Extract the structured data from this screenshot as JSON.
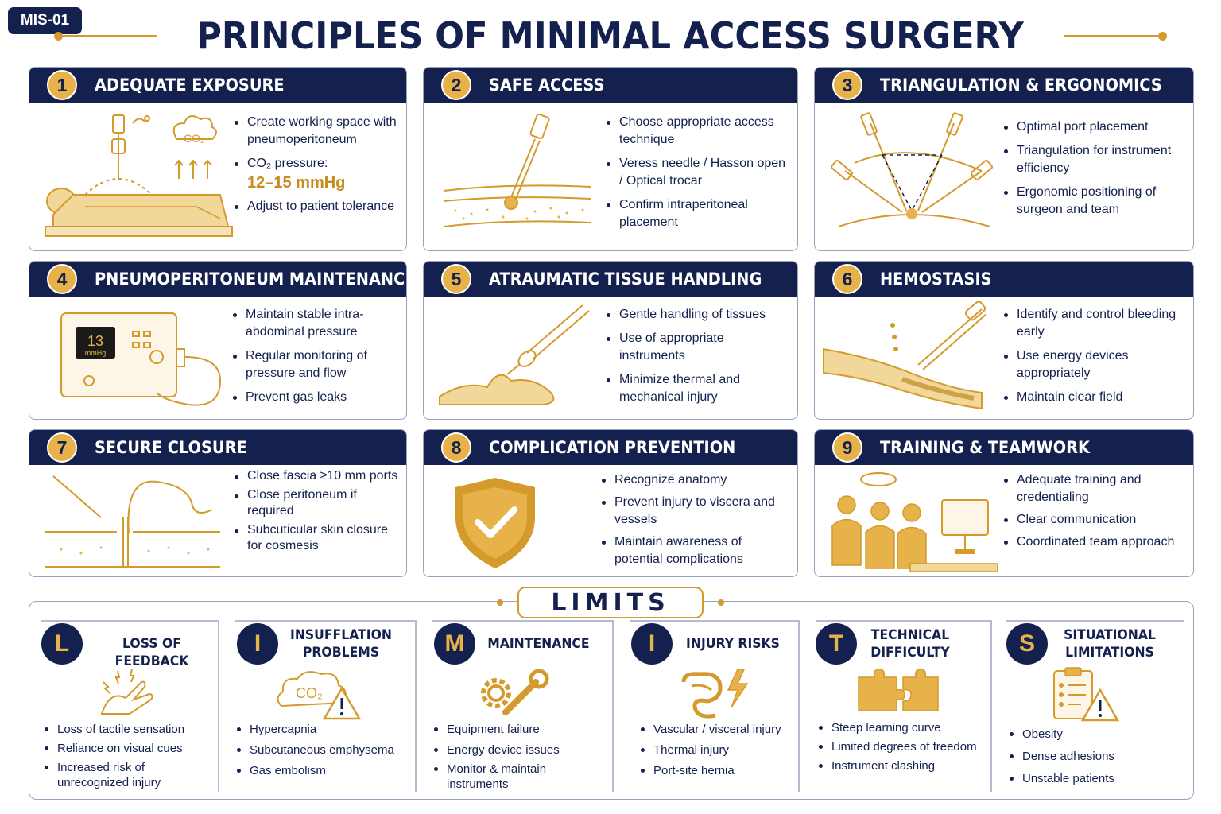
{
  "badge": "MIS-01",
  "title": "PRINCIPLES OF MINIMAL ACCESS SURGERY",
  "colors": {
    "navy": "#14214f",
    "gold": "#e7b24a",
    "accent": "#d49a2c",
    "highlight": "#c98a1e"
  },
  "cards": [
    {
      "num": "1",
      "title": "ADEQUATE EXPOSURE",
      "icon": "patient-insufflation-icon",
      "b1": "Create working space with pneumoperitoneum",
      "b2a": "CO₂ pressure:",
      "b2b": "12–15 mmHg",
      "b3": "Adjust to patient tolerance",
      "co2": "CO₂"
    },
    {
      "num": "2",
      "title": "SAFE ACCESS",
      "icon": "veress-needle-icon",
      "b1": "Choose appropriate access technique",
      "b2": "Veress needle / Hasson open / Optical trocar",
      "b3": "Confirm intraperitoneal placement"
    },
    {
      "num": "3",
      "title": "TRIANGULATION & ERGONOMICS",
      "icon": "trocar-triangulation-icon",
      "b1": "Optimal port placement",
      "b2": "Triangulation for instrument efficiency",
      "b3": "Ergonomic positioning of surgeon and team"
    },
    {
      "num": "4",
      "title": "PNEUMOPERITONEUM MAINTENANCE",
      "icon": "insufflator-icon",
      "b1": "Maintain stable intra-abdominal pressure",
      "b2": "Regular monitoring of pressure and flow",
      "b3": "Prevent gas leaks",
      "display_value": "13",
      "display_unit": "mmHg"
    },
    {
      "num": "5",
      "title": "ATRAUMATIC TISSUE HANDLING",
      "icon": "grasper-icon",
      "b1": "Gentle handling of tissues",
      "b2": "Use of appropriate instruments",
      "b3": "Minimize thermal and mechanical injury"
    },
    {
      "num": "6",
      "title": "HEMOSTASIS",
      "icon": "vessel-cautery-icon",
      "b1": "Identify and control bleeding early",
      "b2": "Use energy devices appropriately",
      "b3": "Maintain clear field"
    },
    {
      "num": "7",
      "title": "SECURE CLOSURE",
      "icon": "suture-needle-icon",
      "b1": "Close fascia ≥10 mm ports",
      "b2": "Close peritoneum if required",
      "b3": "Subcuticular skin closure for cosmesis"
    },
    {
      "num": "8",
      "title": "COMPLICATION PREVENTION",
      "icon": "shield-check-icon",
      "b1": "Recognize anatomy",
      "b2": "Prevent injury to viscera and vessels",
      "b3": "Maintain awareness of potential complications"
    },
    {
      "num": "9",
      "title": "TRAINING & TEAMWORK",
      "icon": "surgical-team-icon",
      "b1": "Adequate training and credentialing",
      "b2": "Clear communication",
      "b3": "Coordinated team approach"
    }
  ],
  "limits": {
    "title": "LIMITS",
    "cols": [
      {
        "letter": "L",
        "head": "LOSS OF FEEDBACK",
        "icon": "hand-sensation-icon",
        "items": [
          "Loss of tactile sensation",
          "Reliance on visual cues",
          "Increased risk of unrecognized injury"
        ]
      },
      {
        "letter": "I",
        "head": "INSUFFLATION PROBLEMS",
        "icon": "co2-warning-icon",
        "icon_text": "CO₂",
        "items": [
          "Hypercapnia",
          "Subcutaneous emphysema",
          "Gas embolism"
        ]
      },
      {
        "letter": "M",
        "head": "MAINTENANCE",
        "icon": "gear-wrench-icon",
        "items": [
          "Equipment failure",
          "Energy device issues",
          "Monitor & maintain instruments"
        ]
      },
      {
        "letter": "I",
        "head": "INJURY RISKS",
        "icon": "bowel-lightning-icon",
        "items": [
          "Vascular / visceral injury",
          "Thermal injury",
          "Port-site hernia"
        ]
      },
      {
        "letter": "T",
        "head": "TECHNICAL DIFFICULTY",
        "icon": "puzzle-icon",
        "items": [
          "Steep learning curve",
          "Limited degrees of freedom",
          "Instrument clashing"
        ]
      },
      {
        "letter": "S",
        "head": "SITUATIONAL LIMITATIONS",
        "icon": "clipboard-warning-icon",
        "items": [
          "Obesity",
          "Dense adhesions",
          "Unstable patients"
        ]
      }
    ]
  }
}
